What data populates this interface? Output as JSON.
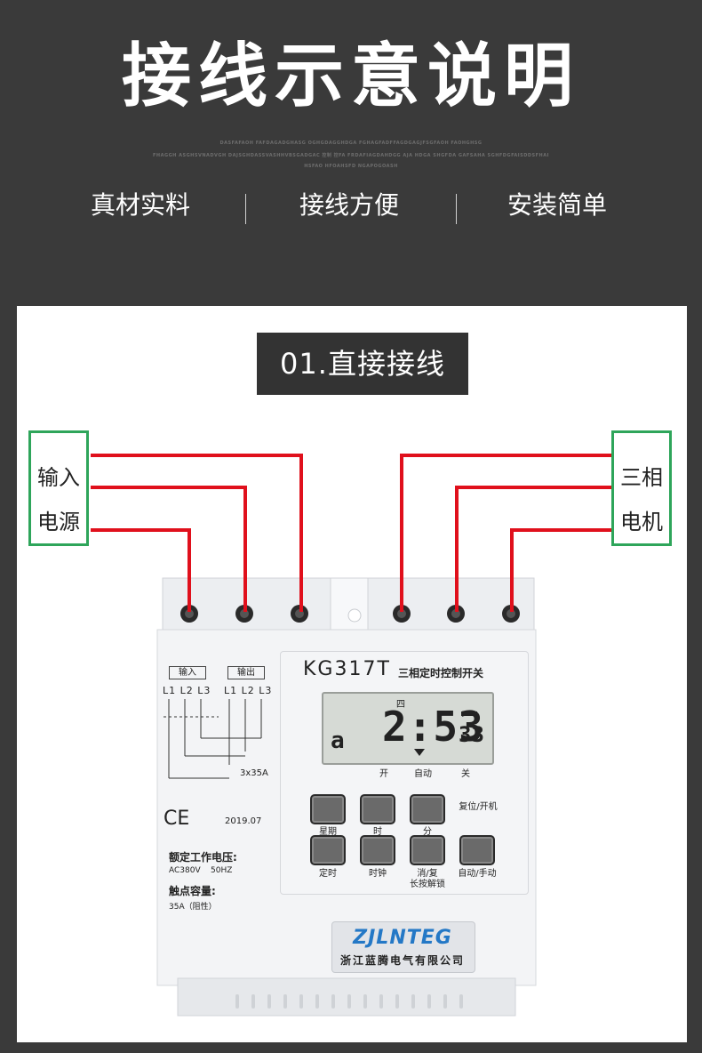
{
  "header": {
    "title": "接线示意说明",
    "tiny_lines": [
      "DASFAFAOH FAFDAGADGHASG OGHGDAGGHDGA FGHAGFADFFAGDGAGJFSGFAOH FAOHGHSG",
      "FHAGGH ASGHSVNADVGH DAJSGHDASSVASHHVBSGADGAC 控制 控FA FRDAFIAGDAHDGG AJA HDGA SHGFDA GAFSAHA SGHFDGFAISDDSFHAI",
      "HSFAO HFOAHSFD NGAPOGOASH"
    ],
    "features": [
      "真材实料",
      "接线方便",
      "安装简单"
    ]
  },
  "section": {
    "badge": "01.直接接线",
    "input_box": [
      "输入",
      "电源"
    ],
    "output_box": [
      "三相",
      "电机"
    ]
  },
  "wire_color": "#e0101c",
  "box_border_color": "#2ea55a",
  "device": {
    "model": "KG317T",
    "model_subtitle": "三相定时控制开关",
    "label_input": "输入",
    "label_output": "输出",
    "phases_in": "L1 L2 L3",
    "phases_out": "L1 L2 L3",
    "rating": "3x35A",
    "ce": "CE",
    "date": "2019.07",
    "rated_voltage_label": "额定工作电压:",
    "rated_voltage_value": "AC380V    50HZ",
    "contact_label": "触点容量:",
    "contact_value": "35A（阻性）",
    "lcd": {
      "day": "四",
      "time": "2:53",
      "seconds": "33",
      "mode_char": "a"
    },
    "indicators": [
      "开",
      "自动",
      "关"
    ],
    "reset_label": "复位/开机",
    "buttons_row1": [
      "星期",
      "时",
      "分"
    ],
    "buttons_row2": [
      "定时",
      "时钟",
      "消/复",
      "自动/手动"
    ],
    "buttons_row2_extra": "长按解锁",
    "logo": "ZJLNTEG",
    "company": "浙江蓝腾电气有限公司"
  }
}
